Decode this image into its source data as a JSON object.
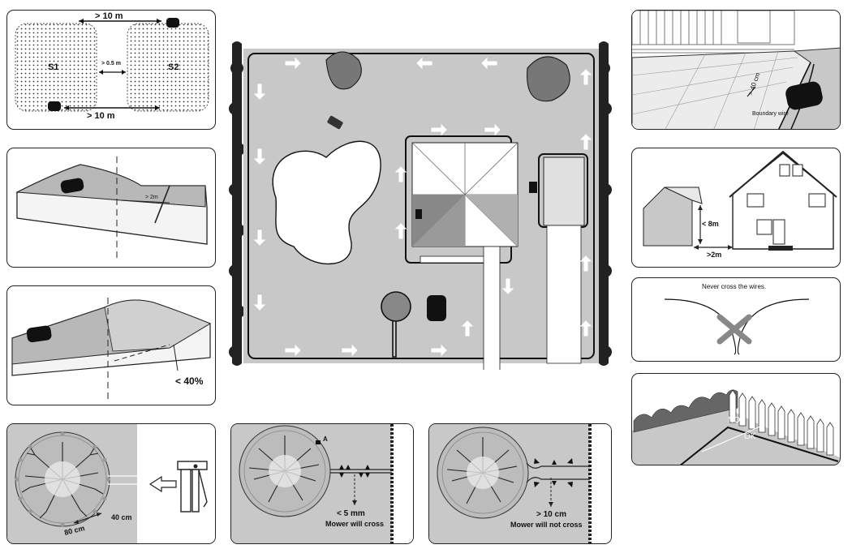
{
  "panel_spacing": {
    "top_label": "> 10 m",
    "zone_a": "S1",
    "zone_b": "S2",
    "gap_label": "> 0.5 m",
    "bottom_label": "> 10 m"
  },
  "panel_slope_side": {
    "dist_label": "> 2m"
  },
  "panel_slope_grade": {
    "grade_label": "< 40%"
  },
  "panel_terrace": {
    "height_label": "> 40 cm",
    "wire_label": "Boundary wire"
  },
  "panel_house": {
    "height_label": "< 8m",
    "dist_label": ">2m"
  },
  "panel_cross": {
    "caption": "Never cross the wires."
  },
  "panel_fence": {
    "no_label": "NO",
    "ok_label": "OK"
  },
  "panel_tree": {
    "d40": "40 cm",
    "d80": "80 cm"
  },
  "panel_lt5": {
    "point_label": "A",
    "dist_label": "< 5 mm",
    "note": "Mower will cross"
  },
  "panel_gt10": {
    "dist_label": "> 10 cm",
    "note": "Mower will not cross"
  },
  "colors": {
    "lawn": "#c8c8c8",
    "line": "#111111",
    "panel_border": "#222222"
  }
}
